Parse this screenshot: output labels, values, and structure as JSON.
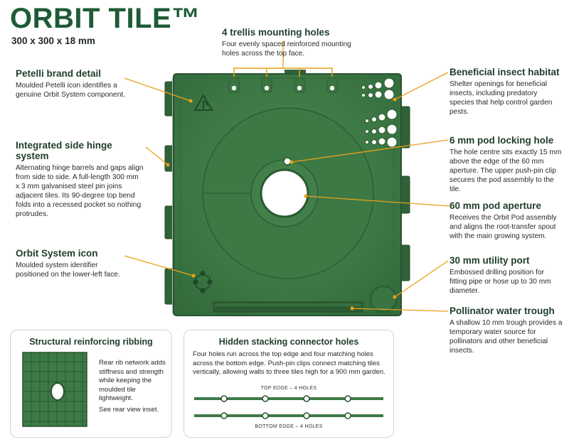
{
  "header": {
    "title": "ORBIT TILE™",
    "dimensions": "300 x 300 x 18 mm"
  },
  "callouts": {
    "trellis": {
      "title": "4 trellis mounting holes",
      "body": "Four evenly spaced reinforced mounting holes across the top face."
    },
    "petelli": {
      "title": "Petelli brand detail",
      "body": "Moulded Petelli icon identifies a genuine Orbit System component."
    },
    "hinge": {
      "title": "Integrated side hinge system",
      "body": "Alternating hinge barrels and gaps align from side to side. A full-length 300 mm x 3 mm galvanised steel pin joins adjacent tiles. Its 90-degree top bend folds into a recessed pocket so nothing protrudes."
    },
    "system_icon": {
      "title": "Orbit System icon",
      "body": "Moulded system identifier positioned on the lower-left face."
    },
    "insect": {
      "title": "Beneficial insect habitat",
      "body": "Shelter openings for beneficial insects, including predatory species that help control garden pests."
    },
    "pod_lock": {
      "title": "6 mm pod locking hole",
      "body": "The hole centre sits exactly 15 mm above the edge of the 60 mm aperture. The upper push-pin clip secures the pod assembly to the tile."
    },
    "aperture": {
      "title": "60 mm pod aperture",
      "body": "Receives the Orbit Pod assembly and aligns the root-transfer spout with the main growing system."
    },
    "utility": {
      "title": "30 mm utility port",
      "body": "Embossed drilling position for fitting pipe or hose up to 30 mm diameter."
    },
    "trough": {
      "title": "Pollinator water trough",
      "body": "A shallow 10 mm trough provides a temporary water source for pollinators and other beneficial insects."
    }
  },
  "panels": {
    "ribbing": {
      "title": "Structural reinforcing ribbing",
      "body": "Rear rib network adds stiffness and strength while keeping the moulded tile lightweight.",
      "note": "See rear view inset."
    },
    "stacking": {
      "title": "Hidden stacking connector holes",
      "body": "Four holes run across the top edge and four matching holes across the bottom edge. Push-pin clips connect matching tiles vertically, allowing walls to three tiles high for a 900 mm garden.",
      "top_label": "TOP EDGE – 4 HOLES",
      "bottom_label": "BOTTOM EDGE – 4 HOLES"
    }
  },
  "colors": {
    "tile": "#3e7a46",
    "tile_dark": "#2f6238",
    "tile_edge": "#27532f",
    "accent": "#e8a21a",
    "title": "#1f5a37"
  },
  "icons": [
    "petelli-logo-icon",
    "orbit-system-icon"
  ]
}
